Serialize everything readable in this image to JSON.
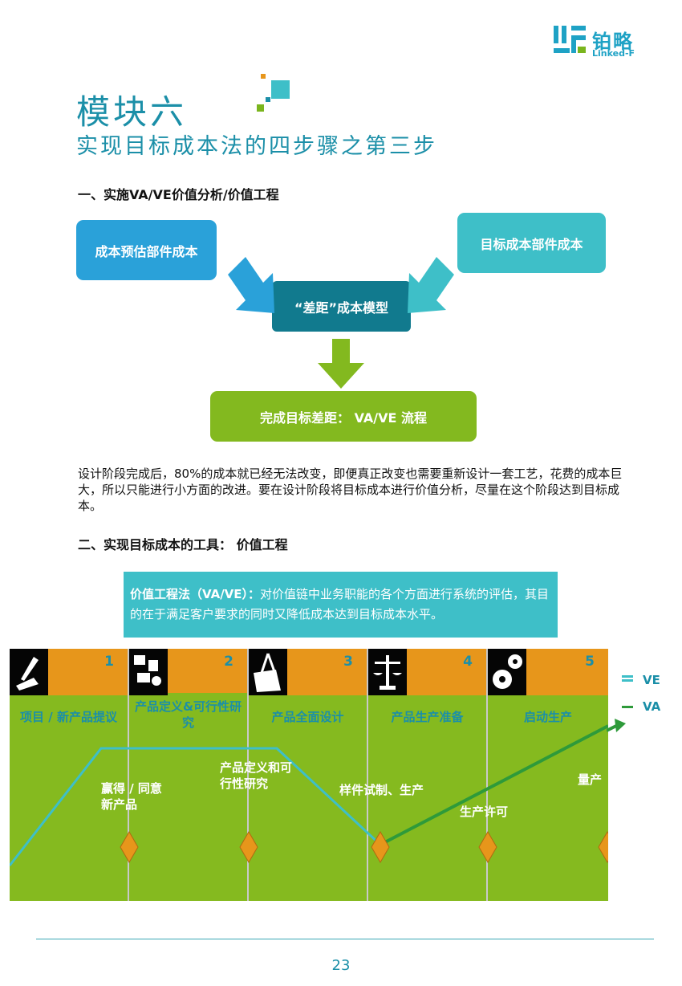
{
  "brand": {
    "name_cn": "铂略",
    "name_en": "Linked-F",
    "colors": {
      "teal": "#1b8fa8",
      "blue": "#2aa1d9",
      "cyan": "#3ebfc8",
      "dark_teal": "#117a8e",
      "green": "#83b91f",
      "orange": "#e7961b"
    }
  },
  "header": {
    "module_title": "模块六",
    "subtitle": "实现目标成本法的四步骤之第三步"
  },
  "section_1": {
    "heading": "一、实施VA/VE价值分析/价值工程",
    "flow": {
      "estimate_box": "成本预估部件成本",
      "target_box": "目标成本部件成本",
      "gap_box": "“差距”成本模型",
      "complete_box": "完成目标差距： VA/VE 流程"
    },
    "paragraph": "设计阶段完成后，80%的成本就已经无法改变，即便真正改变也需要重新设计一套工艺，花费的成本巨大，所以只能进行小方面的改进。要在设计阶段将目标成本进行价值分析，尽量在这个阶段达到目标成本。"
  },
  "section_2": {
    "heading": "二、实现目标成本的工具： 价值工程",
    "definition_term": "价值工程法（VA/VE）：",
    "definition_text": "对价值链中业务职能的各个方面进行系统的评估，其目的在于满足客户要求的同时又降低成本达到目标成本水平。"
  },
  "process": {
    "stages": [
      {
        "number": "1",
        "name": "项目 / 新产品提议",
        "icon": "pen-paper-icon"
      },
      {
        "number": "2",
        "name": "产品定义&可行性研究",
        "icon": "puzzle-icon"
      },
      {
        "number": "3",
        "name": "产品全面设计",
        "icon": "compass-drawing-icon"
      },
      {
        "number": "4",
        "name": "产品生产准备",
        "icon": "scales-icon"
      },
      {
        "number": "5",
        "name": "启动生产",
        "icon": "gears-icon"
      }
    ],
    "notes": {
      "win": "赢得 / 同意新产品",
      "define": "产品定义和可行性研究",
      "sample": "样件试制、生产",
      "permit": "生产许可",
      "mass": "量产"
    },
    "legend": {
      "ve": "VE",
      "va": "VA"
    },
    "line_colors": {
      "ve": "#3ebfc8",
      "va": "#2e9a3a",
      "milestone": "#e7961b"
    }
  },
  "footer": {
    "page_number": "23"
  }
}
